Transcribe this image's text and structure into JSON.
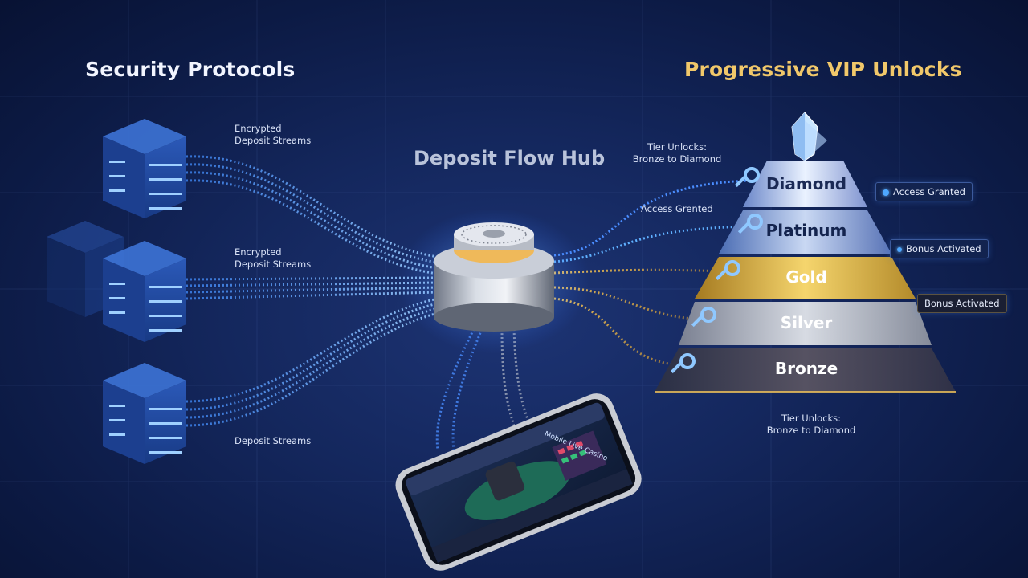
{
  "headings": {
    "security": "Security Protocols",
    "vip": "Progressive VIP Unlocks",
    "hub": "Deposit Flow Hub"
  },
  "streams": [
    {
      "label_line1": "Encrypted",
      "label_line2": "Deposit Streams"
    },
    {
      "label_line1": "Encrypted",
      "label_line2": "Deposit Streams"
    },
    {
      "label_line1": "",
      "label_line2": "Deposit Streams"
    }
  ],
  "middle_labels": {
    "tier_unlocks_top_line1": "Tier Unlocks:",
    "tier_unlocks_top_line2": "Bronze to Diamond",
    "access_granted": "Access Grented",
    "tier_unlocks_bottom_line1": "Tier Unlocks:",
    "tier_unlocks_bottom_line2": "Bronze to Diamond"
  },
  "tiers": [
    "Diamond",
    "Platinum",
    "Gold",
    "Silver",
    "Bronze"
  ],
  "callouts": {
    "access": "Access Granted",
    "bonus1": "Bonus Activated",
    "bonus2": "Bonus Activated"
  },
  "phone": {
    "app_title": "Mobile Live Casino"
  },
  "colors": {
    "accent_blue": "#4ea8ff",
    "vip_gold": "#f1c86a",
    "background": "#0d1b45"
  }
}
